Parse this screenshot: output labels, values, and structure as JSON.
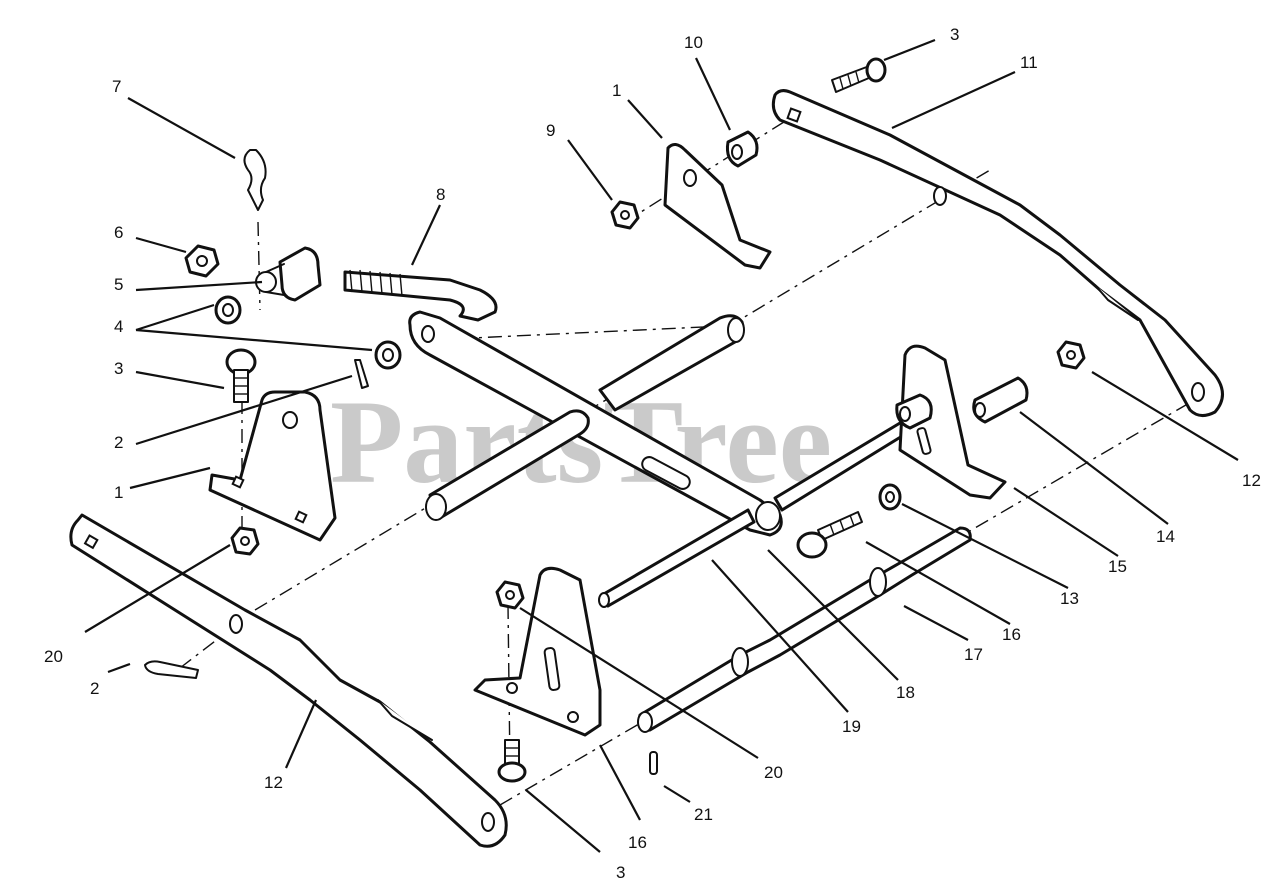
{
  "watermark": "PartsTree",
  "callouts": {
    "c1a": "1",
    "c1b": "1",
    "c2a": "2",
    "c2b": "2",
    "c3a": "3",
    "c3b": "3",
    "c3c": "3",
    "c4": "4",
    "c5": "5",
    "c6": "6",
    "c7": "7",
    "c8": "8",
    "c9": "9",
    "c10": "10",
    "c11": "11",
    "c12a": "12",
    "c12b": "12",
    "c13": "13",
    "c14": "14",
    "c15": "15",
    "c16a": "16",
    "c16b": "16",
    "c17": "17",
    "c18": "18",
    "c19": "19",
    "c20a": "20",
    "c20b": "20",
    "c21": "21"
  }
}
